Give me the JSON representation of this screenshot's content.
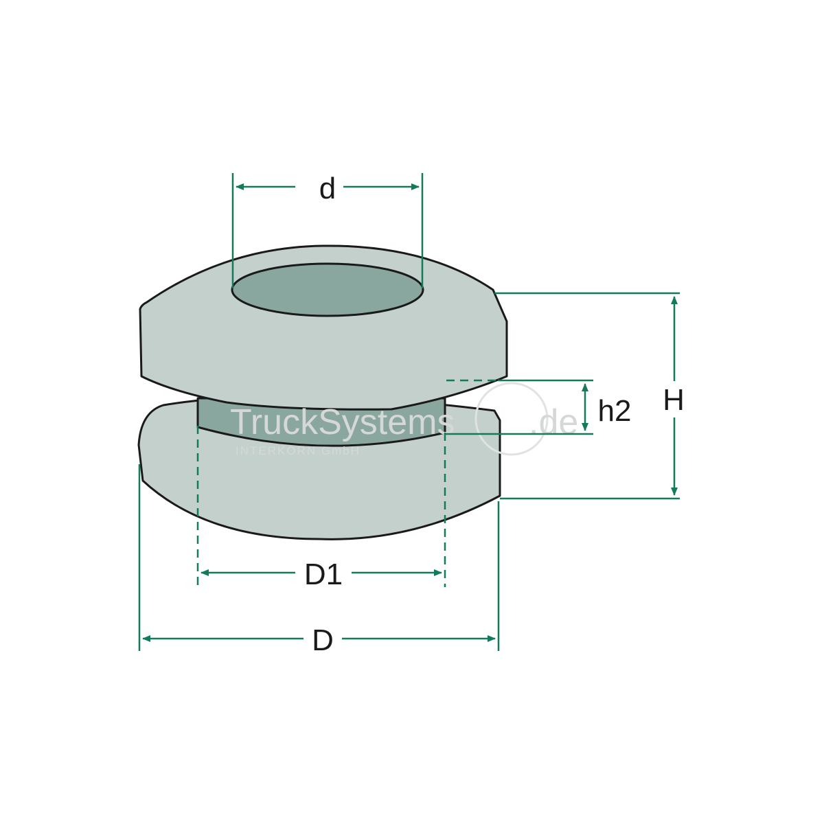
{
  "diagram": {
    "labels": {
      "d": "d",
      "h2": "h2",
      "H": "H",
      "D1": "D1",
      "D": "D"
    },
    "watermark": {
      "brand_main": "TruckSystems",
      "brand_tld": ".de",
      "company": "INTERKORN GmbH"
    },
    "colors": {
      "dimension": "#137a5c",
      "body_fill": "#c3d0cb",
      "hole_fill": "#8aa79f",
      "outline": "#1a1a1a"
    }
  }
}
